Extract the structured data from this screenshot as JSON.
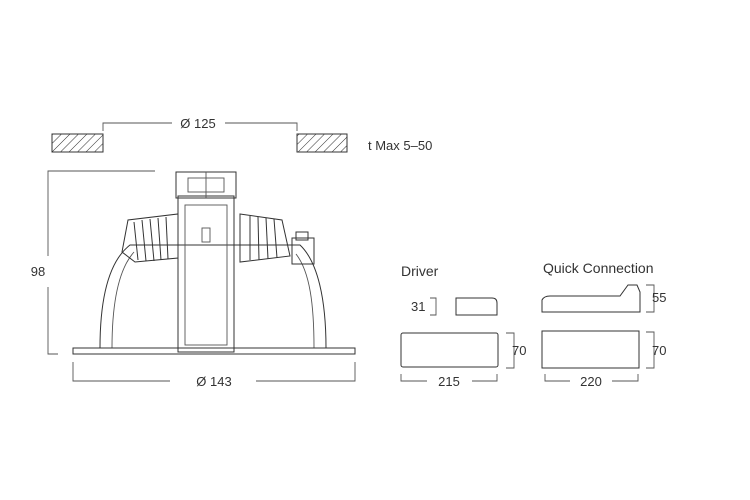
{
  "lamp": {
    "ceiling_cutout": "Ø 125",
    "thickness": "t Max 5–50",
    "height": "98",
    "diameter": "Ø 143"
  },
  "driver": {
    "title": "Driver",
    "height_small": "31",
    "height": "70",
    "length": "215"
  },
  "quick_connection": {
    "title": "Quick Connection",
    "height_small": "55",
    "height": "70",
    "length": "220"
  },
  "colors": {
    "line": "#333333",
    "dim": "#555555",
    "background": "#ffffff"
  }
}
